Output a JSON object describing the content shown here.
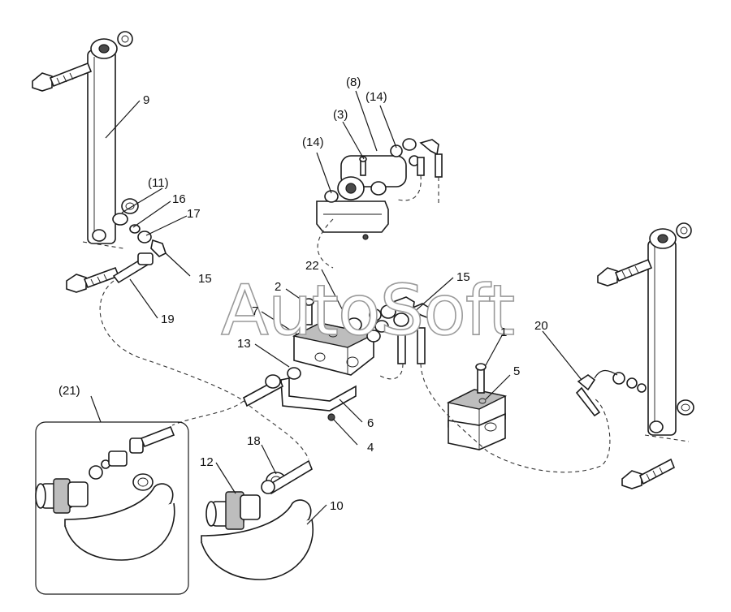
{
  "watermark": "AutoSoft",
  "callouts": [
    {
      "id": "c9",
      "text": "9"
    },
    {
      "id": "c11",
      "text": "(11)"
    },
    {
      "id": "c16",
      "text": "16"
    },
    {
      "id": "c17",
      "text": "17"
    },
    {
      "id": "c15a",
      "text": "15"
    },
    {
      "id": "c19",
      "text": "19"
    },
    {
      "id": "c8",
      "text": "(8)"
    },
    {
      "id": "c3",
      "text": "(3)"
    },
    {
      "id": "c14a",
      "text": "(14)"
    },
    {
      "id": "c14b",
      "text": "(14)"
    },
    {
      "id": "c22",
      "text": "22"
    },
    {
      "id": "c2",
      "text": "2"
    },
    {
      "id": "c7",
      "text": "7"
    },
    {
      "id": "c15b",
      "text": "15"
    },
    {
      "id": "c1",
      "text": "1"
    },
    {
      "id": "c13",
      "text": "13"
    },
    {
      "id": "c20",
      "text": "20"
    },
    {
      "id": "c5",
      "text": "5"
    },
    {
      "id": "c6",
      "text": "6"
    },
    {
      "id": "c4",
      "text": "4"
    },
    {
      "id": "c21",
      "text": "(21)"
    },
    {
      "id": "c18",
      "text": "18"
    },
    {
      "id": "c12",
      "text": "12"
    },
    {
      "id": "c10",
      "text": "10"
    }
  ]
}
